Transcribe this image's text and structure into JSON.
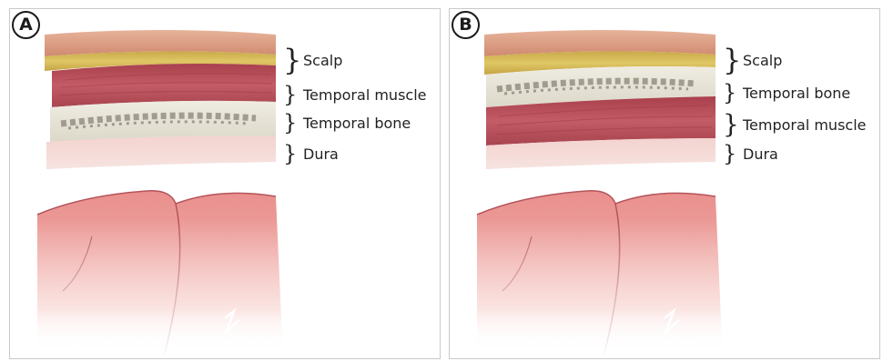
{
  "panel_a": {
    "badge": "A",
    "layers": [
      "Scalp",
      "Temporal muscle",
      "Temporal bone",
      "Dura"
    ],
    "signature": "KS"
  },
  "panel_b": {
    "badge": "B",
    "layers": [
      "Scalp",
      "Temporal bone",
      "Temporal muscle",
      "Dura"
    ],
    "signature": "KS"
  },
  "colors": {
    "skin": "#d9977a",
    "fat": "#d6bb55",
    "muscle": "#b8505a",
    "bone": "#e5e2d6",
    "dura": "#f2c7c4",
    "brain": "#e58f8e"
  }
}
